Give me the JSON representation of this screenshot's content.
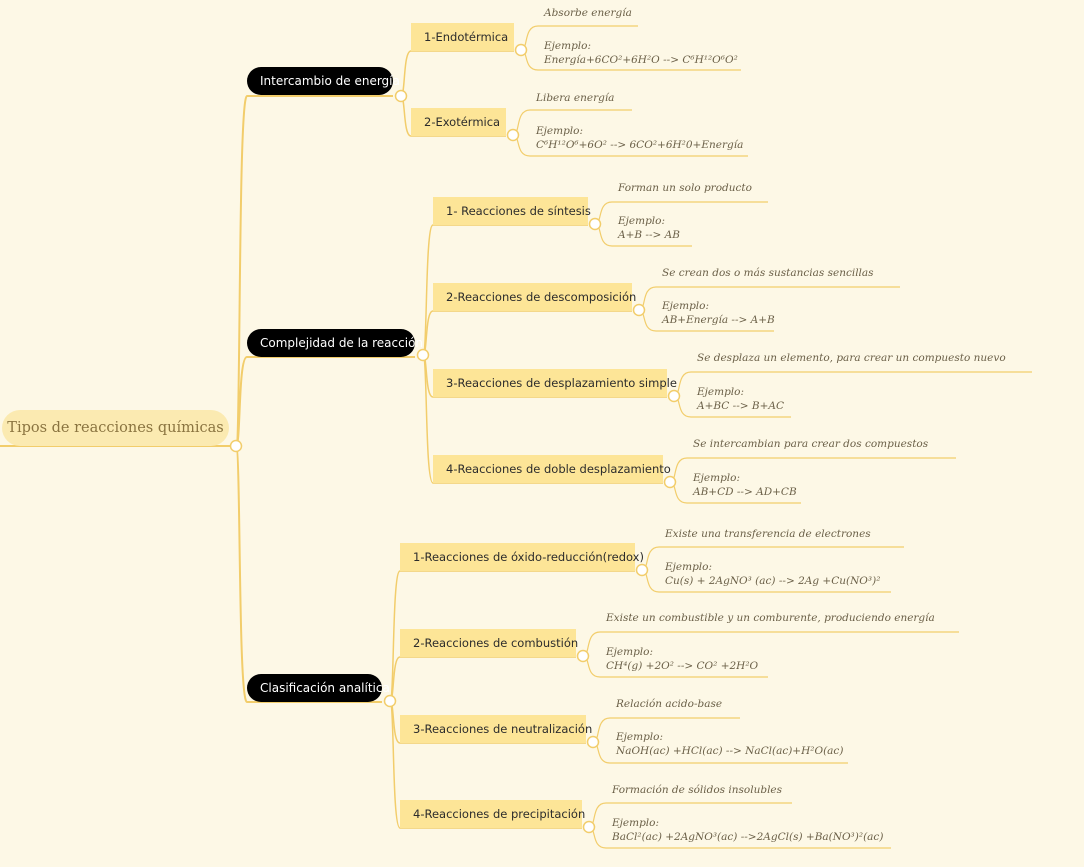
{
  "root": "Tipos de reacciones químicas",
  "categories": [
    {
      "label": "Intercambio de energía",
      "children": [
        {
          "label": "1-Endotérmica",
          "desc": "Absorbe energía",
          "example_label": "Ejemplo:",
          "example": "Energía+6CO²+6H²O  --> C⁶H¹²O⁶O²"
        },
        {
          "label": "2-Exotérmica",
          "desc": "Libera energía",
          "example_label": "Ejemplo:",
          "example": "C⁶H¹²O⁶+6O² --> 6CO²+6H²0+Energía"
        }
      ]
    },
    {
      "label": "Complejidad de la reacción",
      "children": [
        {
          "label": "1- Reacciones de síntesis",
          "desc": "Forman un solo producto",
          "example_label": "Ejemplo:",
          "example": "A+B --> AB"
        },
        {
          "label": "2-Reacciones de descomposición",
          "desc": "Se crean dos o más sustancias sencillas",
          "example_label": "Ejemplo:",
          "example": "AB+Energía --> A+B"
        },
        {
          "label": "3-Reacciones de desplazamiento simple",
          "desc": "Se desplaza un elemento, para crear un compuesto nuevo",
          "example_label": "Ejemplo:",
          "example": "A+BC --> B+AC"
        },
        {
          "label": "4-Reacciones de doble desplazamiento",
          "desc": "Se intercambian para crear dos compuestos",
          "example_label": "Ejemplo:",
          "example": "AB+CD --> AD+CB"
        }
      ]
    },
    {
      "label": "Clasificación analítica",
      "children": [
        {
          "label": "1-Reacciones de óxido-reducción(redox)",
          "desc": "Existe una transferencia de electrones",
          "example_label": "Ejemplo:",
          "example": "Cu(s) + 2AgNO³ (ac) --> 2Ag +Cu(NO³)²"
        },
        {
          "label": "2-Reacciones de combustión",
          "desc": "Existe un combustible y un comburente, produciendo energía",
          "example_label": "Ejemplo:",
          "example": "CH⁴(g) +2O² --> CO² +2H²O"
        },
        {
          "label": "3-Reacciones de neutralización",
          "desc": "Relación acido-base",
          "example_label": "Ejemplo:",
          "example": "NaOH(ac) +HCl(ac) --> NaCl(ac)+H²O(ac)"
        },
        {
          "label": "4-Reacciones de precipitación",
          "desc": "Formación de sólidos insolubles",
          "example_label": "Ejemplo:",
          "example": "BaCl²(ac) +2AgNO³(ac) -->2AgCl(s) +Ba(NO³)²(ac)"
        }
      ]
    }
  ]
}
